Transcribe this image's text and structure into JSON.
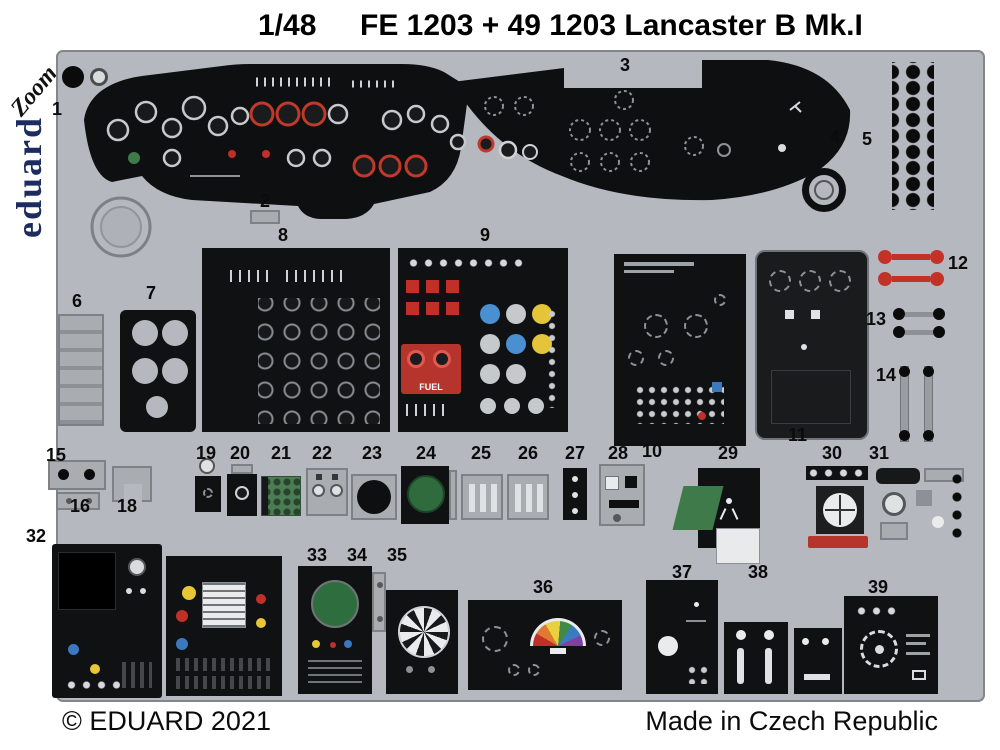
{
  "header": {
    "scale": "1/48",
    "title": "FE 1203 + 49 1203 Lancaster B Mk.I"
  },
  "branding": {
    "logo_script": "Zoom",
    "brand": "eduard"
  },
  "footer": {
    "copyright": "© EDUARD 2021",
    "made_in": "Made in Czech Republic"
  },
  "panel_text": {
    "fuel": "FUEL"
  },
  "part_numbers": [
    "1",
    "2",
    "3",
    "4",
    "5",
    "6",
    "7",
    "8",
    "9",
    "10",
    "11",
    "12",
    "13",
    "14",
    "15",
    "16",
    "18",
    "19",
    "20",
    "21",
    "22",
    "23",
    "24",
    "25",
    "26",
    "27",
    "28",
    "29",
    "30",
    "31",
    "32",
    "33",
    "34",
    "35",
    "36",
    "37",
    "38",
    "39"
  ],
  "colors": {
    "fret_grey": "#b5b9bf",
    "panel_black": "#101113",
    "detail_red": "#c03028",
    "detail_green": "#3f7a4a",
    "detail_yellow": "#e8c636",
    "detail_blue": "#3c78c0",
    "brand_navy": "#1d2c5e"
  }
}
